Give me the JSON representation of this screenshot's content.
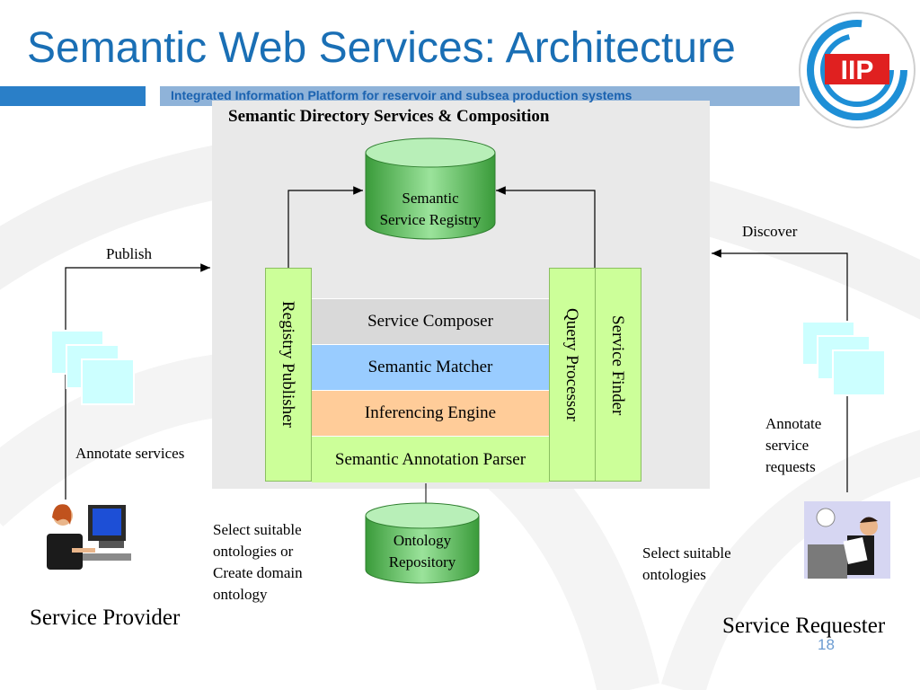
{
  "header": {
    "title": "Semantic Web Services: Architecture",
    "subtitle": "Integrated Information Platform for reservoir and subsea production systems",
    "logo_text": "IIP"
  },
  "panel": {
    "title": "Semantic Directory Services & Composition"
  },
  "registry": {
    "line1": "Semantic",
    "line2": "Service Registry"
  },
  "stack": {
    "composer": "Service Composer",
    "matcher": "Semantic Matcher",
    "inferencing": "Inferencing Engine",
    "parser": "Semantic Annotation Parser"
  },
  "side_boxes": {
    "registry_publisher": "Registry Publisher",
    "query_processor": "Query Processor",
    "service_finder": "Service Finder"
  },
  "ontology": {
    "line1": "Ontology",
    "line2": "Repository"
  },
  "labels": {
    "publish": "Publish",
    "discover": "Discover",
    "annotate_services": "Annotate services",
    "annotate_requests_1": "Annotate",
    "annotate_requests_2": "service",
    "annotate_requests_3": "requests",
    "select_left_1": "Select suitable",
    "select_left_2": "ontologies or",
    "select_left_3": "Create domain",
    "select_left_4": "ontology",
    "select_right_1": "Select suitable",
    "select_right_2": "ontologies"
  },
  "actors": {
    "provider": "Service Provider",
    "requester": "Service Requester"
  },
  "page_number": "18",
  "colors": {
    "title_blue": "#1a6fb5",
    "composer": "#d9d9d9",
    "matcher": "#99ccff",
    "inferencing": "#ffcc99",
    "parser": "#ccff99",
    "cylinder_green": "#5cb85c"
  }
}
